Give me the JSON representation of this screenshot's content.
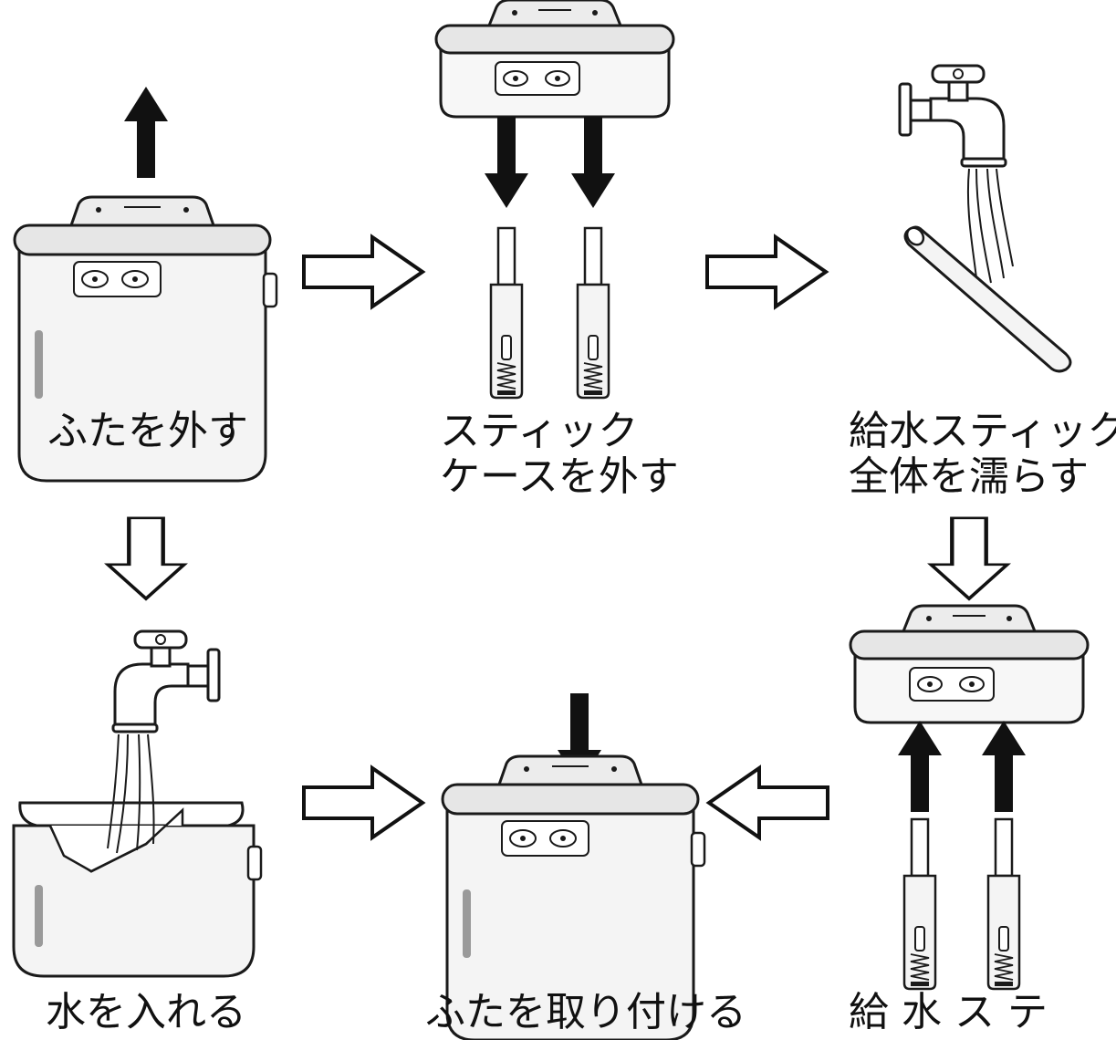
{
  "steps": {
    "remove_lid": {
      "label": "ふたを外す"
    },
    "remove_stick_case": {
      "line1": "スティック",
      "line2": "ケースを外す"
    },
    "wet_stick": {
      "line1": "給水スティック",
      "line2": "全体を濡らす"
    },
    "add_water": {
      "label": "水を入れる"
    },
    "attach_lid": {
      "label": "ふたを取り付ける"
    },
    "insert_stick": {
      "label": "給 水 ス テ"
    }
  },
  "colors": {
    "line": "#1a1a1a",
    "fill": "#ffffff",
    "tank": "#f4f4f4",
    "lid": "#e6e6e6",
    "window": "#9a9a9a",
    "arrow_solid": "#111111"
  },
  "icons": [
    "device-icon",
    "faucet-icon",
    "water-stick-icon",
    "flow-arrow-icon",
    "solid-arrow-icon"
  ]
}
